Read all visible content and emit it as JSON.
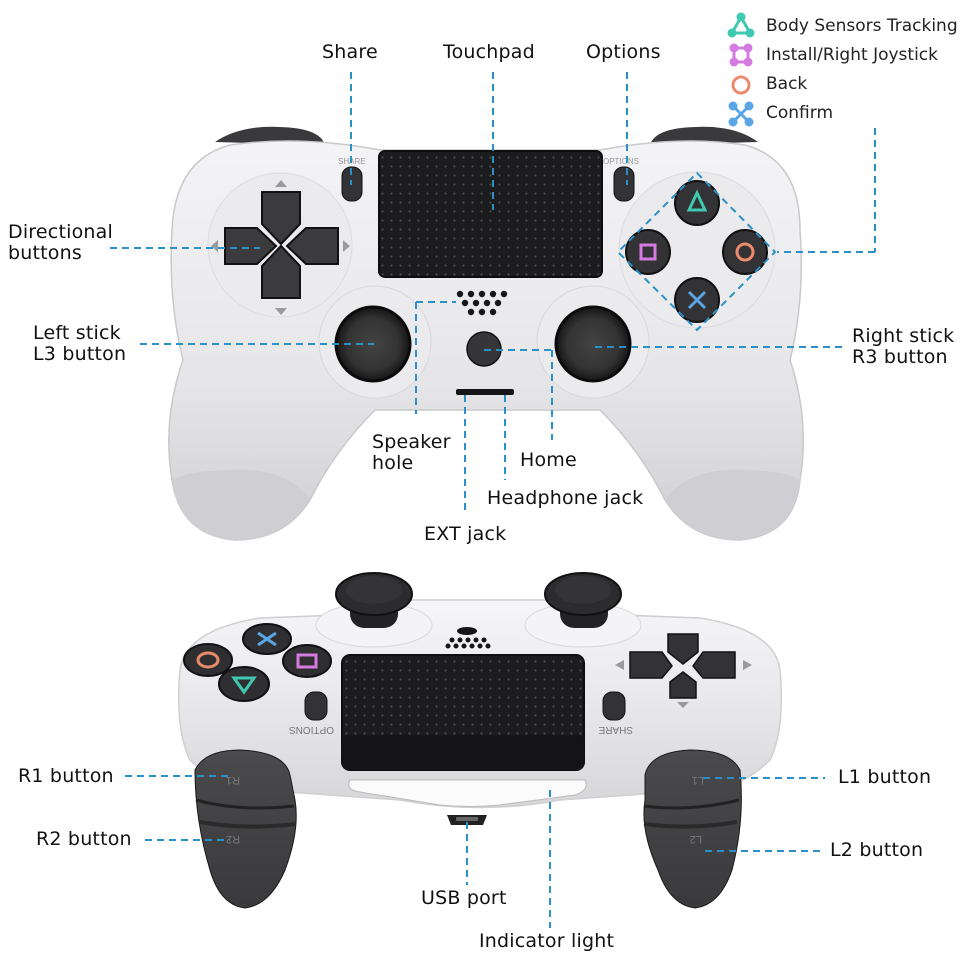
{
  "legend": {
    "items": [
      {
        "icon": "triangle-icon",
        "label": "Body Sensors Tracking",
        "color": "#3fc9b0"
      },
      {
        "icon": "square-icon",
        "label": "Install/Right Joystick",
        "color": "#d57ae0"
      },
      {
        "icon": "circle-icon",
        "label": "Back",
        "color": "#ec8a6c"
      },
      {
        "icon": "cross-icon",
        "label": "Confirm",
        "color": "#5aa5e6"
      }
    ]
  },
  "front_view": {
    "labels": {
      "share": "Share",
      "touchpad": "Touchpad",
      "options": "Options",
      "directional_1": "Directional",
      "directional_2": "buttons",
      "left_stick_1": "Left stick",
      "left_stick_2": "L3 button",
      "right_stick_1": "Right stick",
      "right_stick_2": "R3 button",
      "speaker_1": "Speaker",
      "speaker_2": "hole",
      "home": "Home",
      "headphone": "Headphone jack",
      "ext": "EXT jack"
    },
    "engraved": {
      "share": "SHARE",
      "options": "OPTIONS"
    }
  },
  "top_view": {
    "labels": {
      "r1": "R1 button",
      "r2": "R2 button",
      "l1": "L1 button",
      "l2": "L2 button",
      "usb": "USB port",
      "indicator": "Indicator light"
    },
    "engraved": {
      "share": "SHARE",
      "options": "OPTIONS",
      "r1": "R1",
      "r2": "R2",
      "l1": "L1",
      "l2": "L2"
    }
  },
  "colors": {
    "leader": "#2a90c8",
    "body": "#e8e8ea",
    "dark": "#2f2f31"
  }
}
